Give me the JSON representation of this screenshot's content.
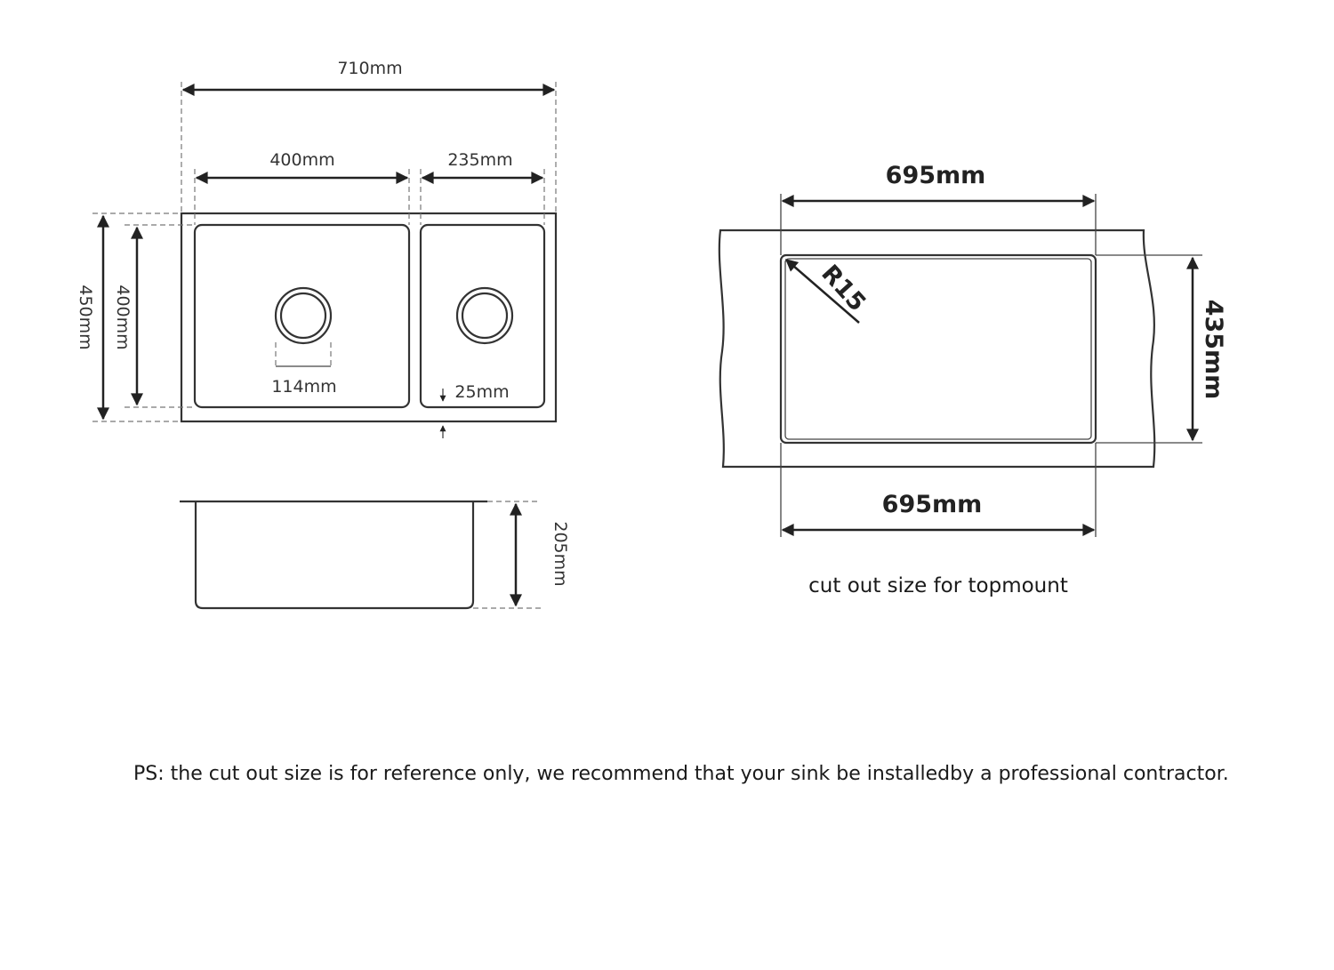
{
  "sink_drawing": {
    "overall_width": "710mm",
    "big_bowl_width": "400mm",
    "small_bowl_width": "235mm",
    "overall_depth": "450mm",
    "bowl_depth": "400mm",
    "waste_diameter": "114mm",
    "gap": "25mm",
    "bowl_height": "205mm"
  },
  "cutout_drawing": {
    "top_width": "695mm",
    "bottom_width": "695mm",
    "height": "435mm",
    "corner_radius": "R15",
    "caption": "cut out size for topmount"
  },
  "note": "PS: the cut out size is for reference only, we recommend that your sink be installedby a professional contractor."
}
